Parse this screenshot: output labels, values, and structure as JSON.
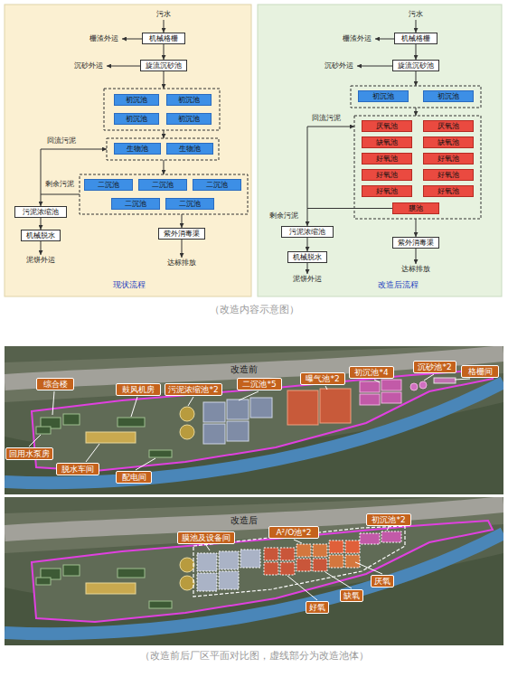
{
  "diagram": {
    "caption": "（改造前后厂区平面对比图，虚线部分为改造池体）",
    "nodes": [
      {
        "text": [
          "现状流程"
        ]
      },
      {
        "text": [
          "污水"
        ],
        "in": 0
      },
      {
        "text": [
          "机械格栅"
        ],
        "in": 0
      },
      {
        "text": [
          "栅渣外运"
        ],
        "in": 0
      },
      {
        "text": [
          "旋流沉砂池"
        ],
        "in": 0
      },
      {
        "text": [
          "沉砂外运"
        ],
        "in": 0
      },
      {
        "text": [
          "初沉池"
        ],
        "in": 0
      },
      {
        "text": [
          "初沉池"
        ],
        "in": 0
      },
      {
        "text": [
          "初沉池"
        ],
        "in": 0
      },
      {
        "text": [
          "初沉池"
        ],
        "in": 0
      },
      {
        "text": [
          "生物池"
        ],
        "in": 0
      },
      {
        "text": [
          "生物池"
        ],
        "in": 0
      },
      {
        "text": [
          "二沉池"
        ],
        "in": 0
      },
      {
        "text": [
          "二沉池"
        ],
        "in": 0
      },
      {
        "text": [
          "二沉池"
        ],
        "in": 0
      },
      {
        "text": [
          "二沉池"
        ],
        "in": 0
      },
      {
        "text": [
          "二沉池"
        ],
        "in": 0
      },
      {
        "text": [
          "污泥浓缩池"
        ],
        "in": 0
      },
      {
        "text": [
          "紫外消毒渠"
        ],
        "in": 0
      },
      {
        "text": [
          "机械脱水"
        ],
        "in": 0
      },
      {
        "text": [
          "泥饼外运"
        ],
        "in": 0
      },
      {
        "text": [
          "达标排放"
        ],
        "in": 0
      },
      {
        "text": [
          "改造后流程"
        ]
      },
      {
        "text": [
          "污水"
        ],
        "in": 22
      },
      {
        "text": [
          "机械格栅"
        ],
        "in": 22
      },
      {
        "text": [
          "栅渣外运"
        ],
        "in": 22
      },
      {
        "text": [
          "旋流沉砂池"
        ],
        "in": 22
      },
      {
        "text": [
          "沉砂外运"
        ],
        "in": 22
      },
      {
        "text": [
          "初沉池"
        ],
        "in": 22
      },
      {
        "text": [
          "初沉池"
        ],
        "in": 22
      },
      {
        "text": [
          "厌氧池"
        ],
        "in": 22
      },
      {
        "text": [
          "厌氧池"
        ],
        "in": 22
      },
      {
        "text": [
          "缺氧池"
        ],
        "in": 22
      },
      {
        "text": [
          "缺氧池"
        ],
        "in": 22
      },
      {
        "text": [
          "好氧池"
        ],
        "in": 22
      },
      {
        "text": [
          "好氧池"
        ],
        "in": 22
      },
      {
        "text": [
          "好氧池"
        ],
        "in": 22
      },
      {
        "text": [
          "好氧池"
        ],
        "in": 22
      },
      {
        "text": [
          "好氧池"
        ],
        "in": 22
      },
      {
        "text": [
          "好氧池"
        ],
        "in": 22
      },
      {
        "text": [
          "膜池"
        ],
        "in": 22
      },
      {
        "text": [
          "污泥浓缩池"
        ],
        "in": 22
      },
      {
        "text": [
          "紫外消毒渠"
        ],
        "in": 22
      },
      {
        "text": [
          "机械脱水"
        ],
        "in": 22
      },
      {
        "text": [
          "达标排放"
        ],
        "in": 22
      },
      {
        "text": [
          "泥饼外运"
        ],
        "in": 22
      },
      {
        "text": [
          "改造前"
        ]
      },
      {
        "text": [
          "综合楼"
        ],
        "in": 46
      },
      {
        "text": [
          "鼓风机房"
        ],
        "in": 46
      },
      {
        "text": [
          "污泥浓缩池*2"
        ],
        "in": 46
      },
      {
        "text": [
          "二沉池*5"
        ],
        "in": 46
      },
      {
        "text": [
          "曝气池*2"
        ],
        "in": 46
      },
      {
        "text": [
          "初沉池*4"
        ],
        "in": 46
      },
      {
        "text": [
          "沉砂池*2"
        ],
        "in": 46
      },
      {
        "text": [
          "格栅间"
        ],
        "in": 46
      },
      {
        "text": [
          "回用水泵房"
        ],
        "in": 46
      },
      {
        "text": [
          "脱水车间"
        ],
        "in": 46
      },
      {
        "text": [
          "配电间"
        ],
        "in": 46
      },
      {
        "text": [
          "改造后"
        ]
      },
      {
        "text": [
          "初沉池*2"
        ],
        "in": 58
      },
      {
        "text": [
          "A²/O池*2"
        ],
        "in": 58
      },
      {
        "text": [
          "膜池及设备间"
        ],
        "in": 58
      },
      {
        "text": [
          "厌氧"
        ],
        "in": 58
      },
      {
        "text": [
          "缺氧"
        ],
        "in": 58
      },
      {
        "text": [
          "好氧"
        ],
        "in": 58
      }
    ],
    "edges": [
      {
        "from": 1,
        "to": 2,
        "arrow": "to"
      },
      {
        "from": 2,
        "to": 3,
        "arrow": "to"
      },
      {
        "from": 2,
        "to": 4,
        "arrow": "to"
      },
      {
        "from": 4,
        "to": 5,
        "arrow": "to"
      },
      {
        "from": 17,
        "to": 19,
        "arrow": "to"
      },
      {
        "from": 19,
        "to": 20,
        "arrow": "to"
      },
      {
        "from": 18,
        "to": 21,
        "arrow": "to"
      },
      {
        "from": 23,
        "to": 24,
        "arrow": "to"
      },
      {
        "from": 24,
        "to": 25,
        "arrow": "to"
      },
      {
        "from": 24,
        "to": 26,
        "arrow": "to"
      },
      {
        "from": 26,
        "to": 27,
        "arrow": "to"
      },
      {
        "from": 41,
        "to": 43,
        "arrow": "to"
      },
      {
        "from": 43,
        "to": 45,
        "arrow": "to"
      },
      {
        "from": 42,
        "to": 44,
        "arrow": "to"
      }
    ],
    "labels": [
      "回流污泥",
      "剩余污泥",
      "回流污泥",
      "剩余污泥",
      "（改造内容示意图）"
    ]
  }
}
